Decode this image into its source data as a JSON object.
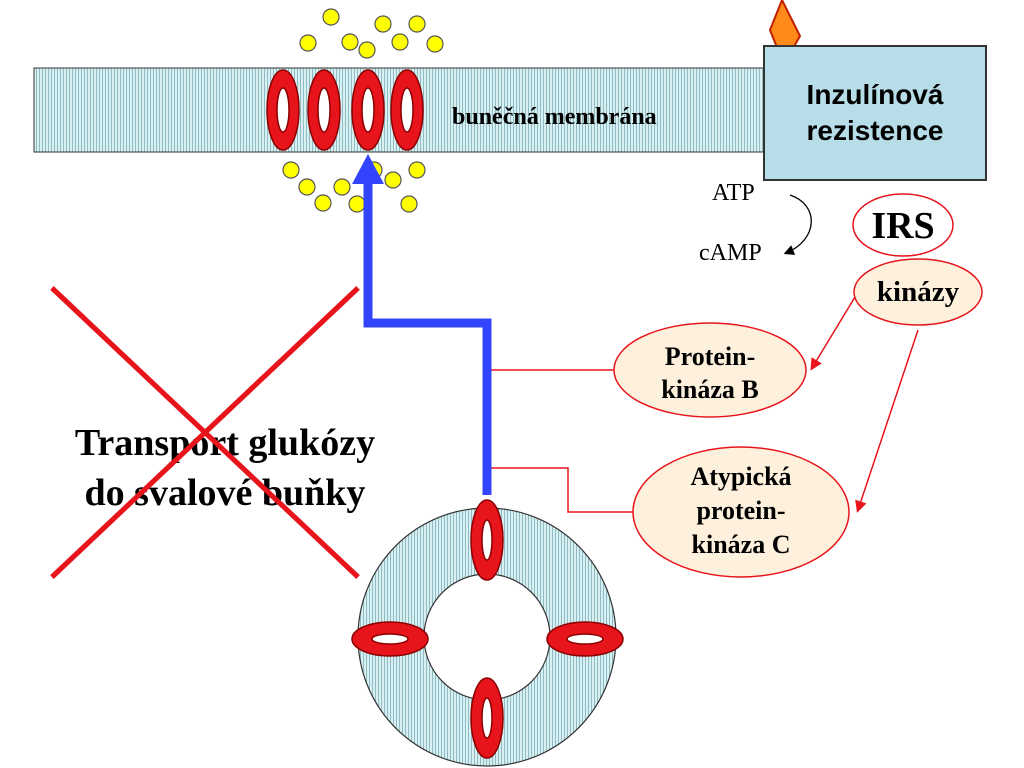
{
  "membrane_label": "buněčná membrána",
  "insulin_resistance": {
    "line1": "Inzulínová",
    "line2": "rezistence"
  },
  "atp": "ATP",
  "camp": "cAMP",
  "irs": "IRS",
  "kinases": "kinázy",
  "protein_kinase_b": {
    "line1": "Protein-",
    "line2": "kináza B"
  },
  "atypical_pkc": {
    "line1": "Atypická",
    "line2": "protein-",
    "line3": "kináza C"
  },
  "transport": {
    "line1": "Transport glukózy",
    "line2": "do svalové buňky"
  },
  "colors": {
    "membrane_fill": "#c7e6ea",
    "transporter_red": "#e8141c",
    "glucose_yellow": "#ffff00",
    "arrow_blue": "#3344ff",
    "oval_fill": "#fdf0dc",
    "box_fill": "#b6dde8"
  }
}
